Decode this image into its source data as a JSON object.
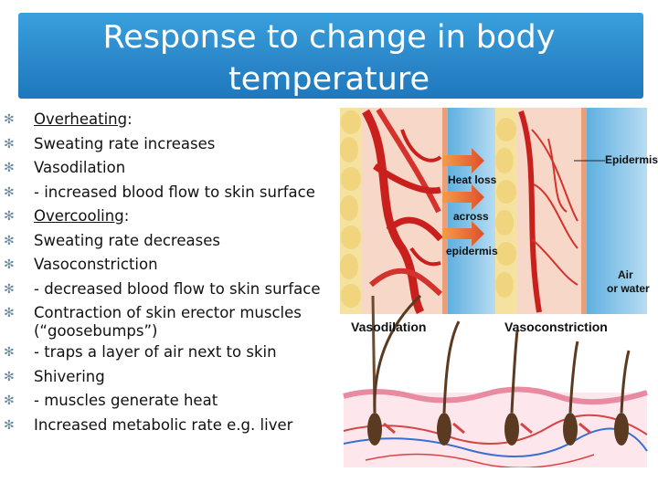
{
  "slide": {
    "title_line1": "Response to change in body",
    "title_line2": "temperature",
    "bullets": [
      {
        "text": "Overheating",
        "suffix": ":",
        "underline": true
      },
      {
        "text": "Sweating rate increases"
      },
      {
        "text": "Vasodilation"
      },
      {
        "text": "- increased blood flow to skin surface"
      },
      {
        "text": "Overcooling",
        "suffix": ":",
        "underline": true
      },
      {
        "text": "Sweating rate decreases"
      },
      {
        "text": "Vasoconstriction"
      },
      {
        "text": "- decreased blood flow to skin surface"
      },
      {
        "text": "Contraction of skin erector muscles (“goosebumps”)"
      },
      {
        "text": "- traps a layer of air next to skin"
      },
      {
        "text": "Shivering"
      },
      {
        "text": "- muscles generate heat"
      },
      {
        "text": "Increased metabolic rate e.g. liver"
      }
    ]
  },
  "figure": {
    "heat_loss_line1": "Heat loss",
    "heat_loss_line2": "across",
    "heat_loss_line3": "epidermis",
    "epidermis_label": "Epidermis",
    "air_line1": "Air",
    "air_line2": "or water",
    "vasodilation_label": "Vasodilation",
    "vasoconstriction_label": "Vasoconstriction"
  },
  "colors": {
    "title_band": "#2a86c8",
    "arrow": "#e8642a",
    "vessel": "#c9201e",
    "fat": "#f3dc8c",
    "sky": "#a8d4ee"
  }
}
